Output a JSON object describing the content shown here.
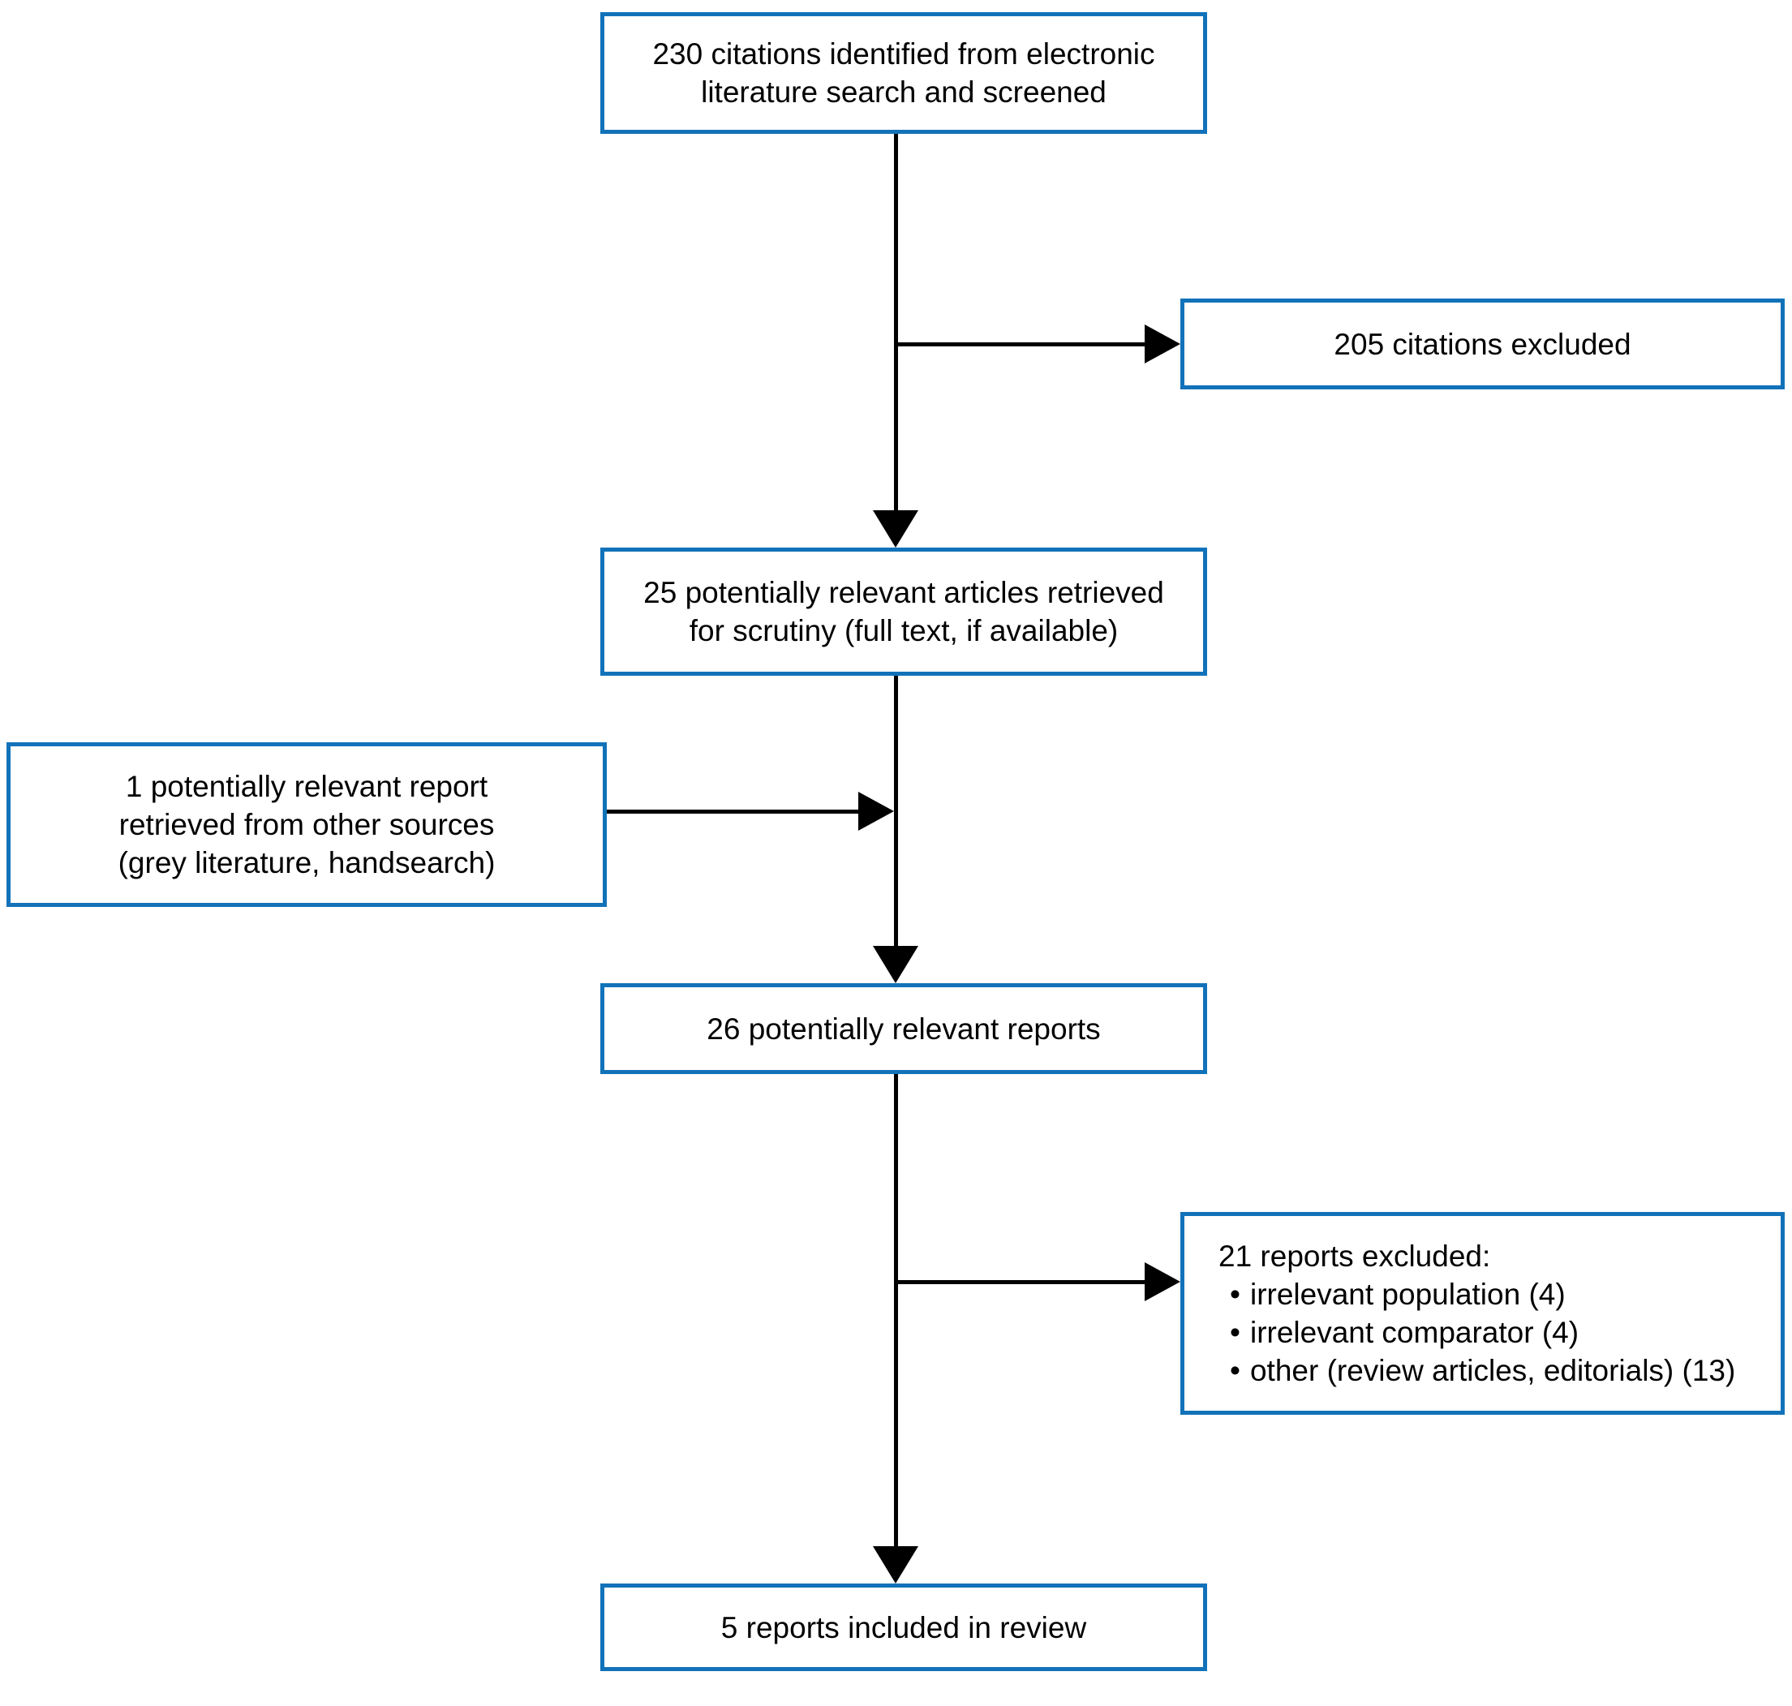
{
  "figure": {
    "type": "flowchart",
    "description": "Systematic review study selection flow diagram",
    "colors": {
      "background": "#ffffff",
      "box_border": "#1272b9",
      "box_fill": "#ffffff",
      "text": "#000000",
      "arrow": "#000000"
    }
  },
  "boxes": {
    "identified": {
      "lines": [
        "230 citations identified from electronic",
        "literature search and screened"
      ]
    },
    "citations_excluded": {
      "lines": [
        "205 citations excluded"
      ]
    },
    "retrieved_for_scrutiny": {
      "lines": [
        "25 potentially relevant articles retrieved",
        "for scrutiny (full text, if available)"
      ]
    },
    "other_sources": {
      "lines": [
        "1 potentially relevant report",
        "retrieved from other sources",
        "(grey literature, handsearch)"
      ]
    },
    "potentially_relevant": {
      "lines": [
        "26 potentially relevant reports"
      ]
    },
    "reports_excluded": {
      "title": "21 reports excluded:",
      "bullet": "•",
      "items": [
        "irrelevant population (4)",
        "irrelevant comparator (4)",
        "other (review articles, editorials) (13)"
      ]
    },
    "included": {
      "lines": [
        "5 reports included in review"
      ]
    }
  }
}
